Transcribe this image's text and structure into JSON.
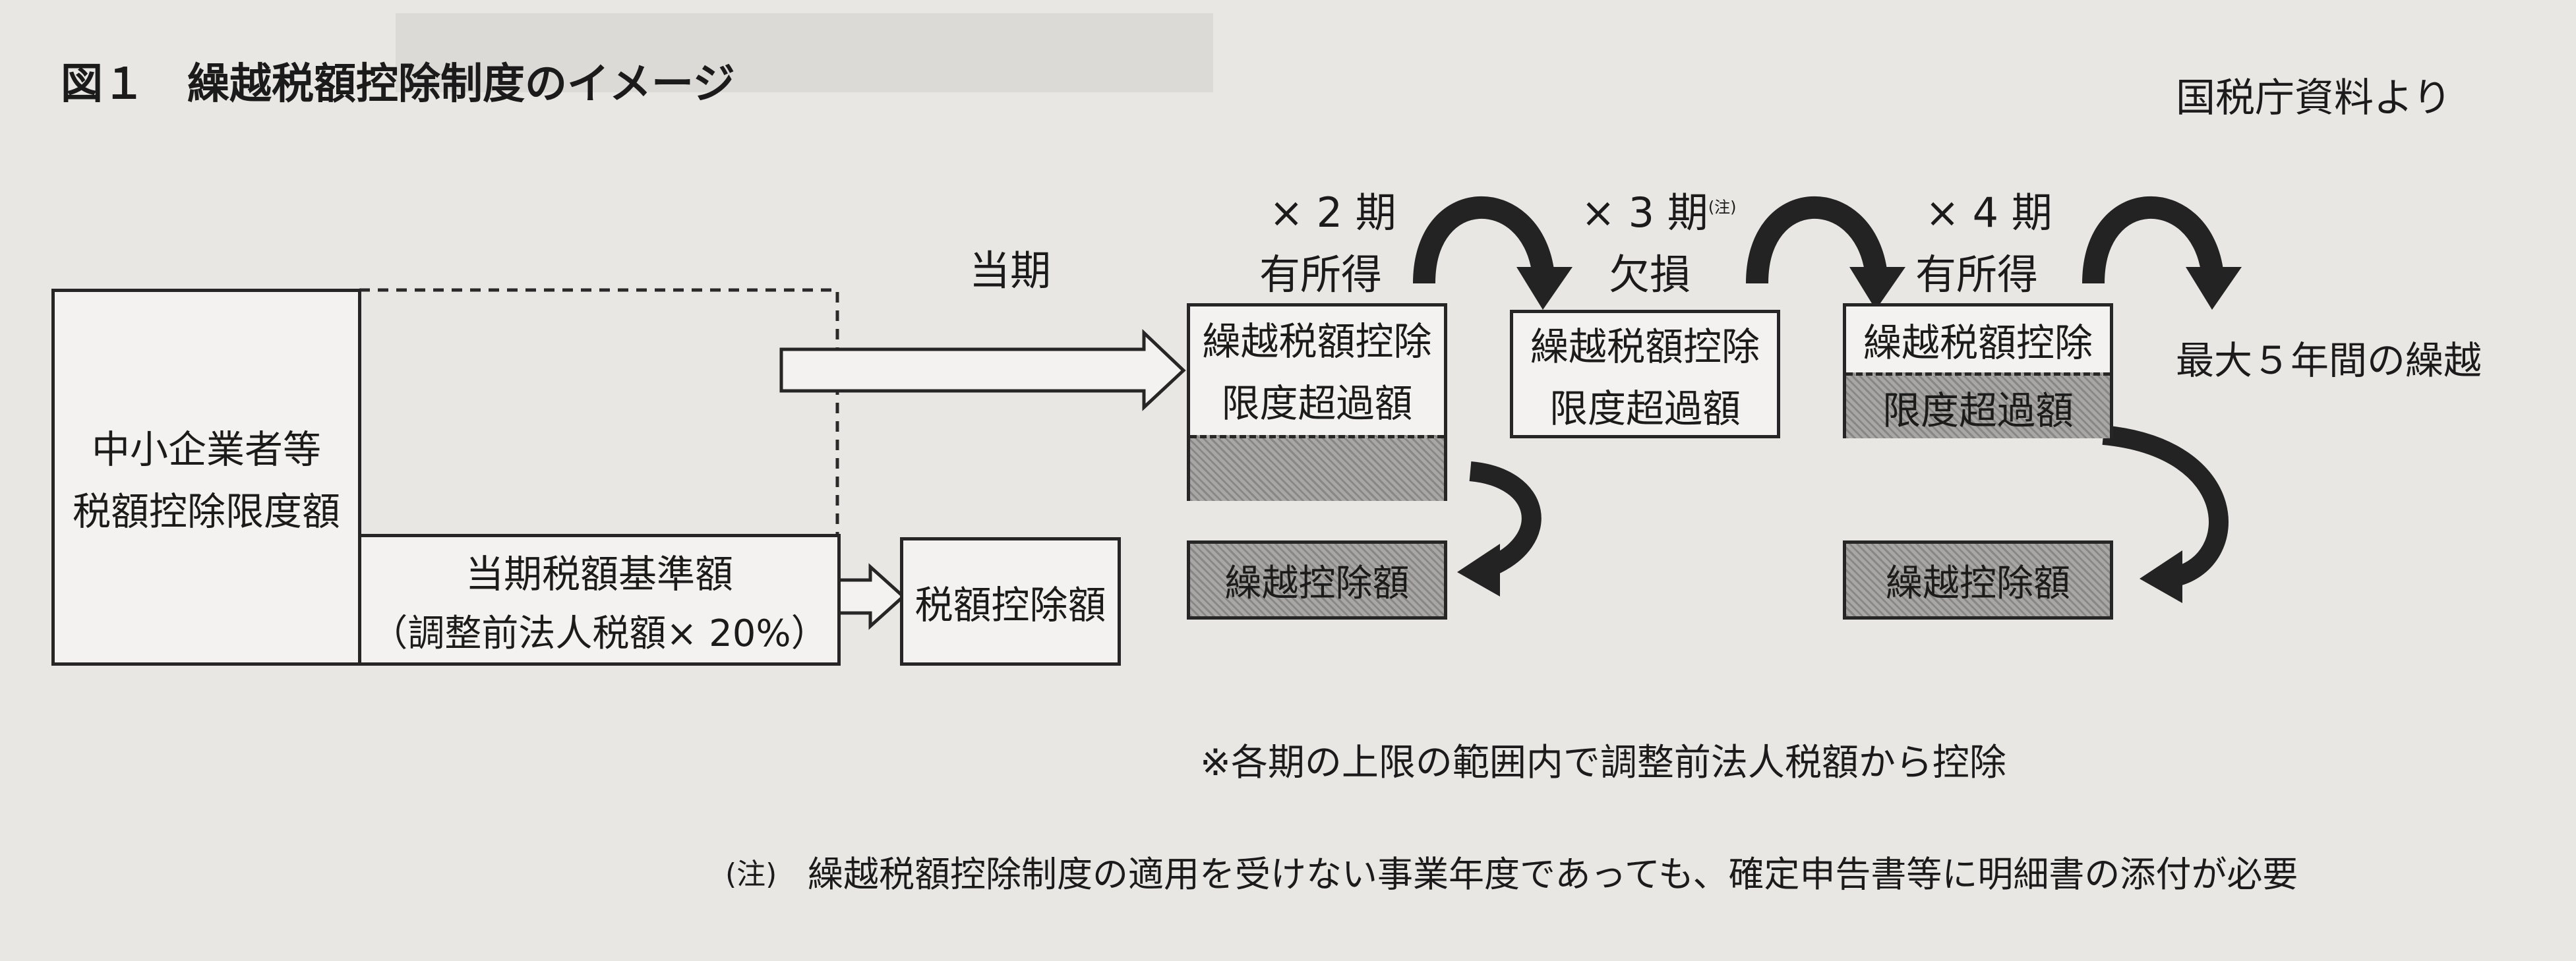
{
  "header": {
    "figure_title": "図１　繰越税額控除制度のイメージ",
    "source": "国税庁資料より"
  },
  "left_box": {
    "label_line1": "中小企業者等",
    "label_line2": "税額控除限度額"
  },
  "base_box": {
    "label_line1": "当期税額基準額",
    "label_line2": "（調整前法人税額× 20%）"
  },
  "credit_box": {
    "label": "税額控除額"
  },
  "current_period": {
    "label": "当期"
  },
  "periods": [
    {
      "multiplier": "× 2 期",
      "status": "有所得",
      "excess_line1": "繰越税額控除",
      "excess_line2": "限度超過額",
      "carry": "繰越控除額"
    },
    {
      "multiplier": "× 3 期",
      "note_mark": "(注)",
      "status": "欠損",
      "excess_line1": "繰越税額控除",
      "excess_line2": "限度超過額"
    },
    {
      "multiplier": "× 4 期",
      "status": "有所得",
      "excess_line1": "繰越税額控除",
      "excess_line2": "限度超過額",
      "carry": "繰越控除額"
    }
  ],
  "max_carry": "最大５年間の繰越",
  "footnote_main": "※各期の上限の範囲内で調整前法人税額から控除",
  "footnote_note_mark": "(注)",
  "footnote_note": "繰越税額控除制度の適用を受けない事業年度であっても、確定申告書等に明細書の添付が必要"
}
